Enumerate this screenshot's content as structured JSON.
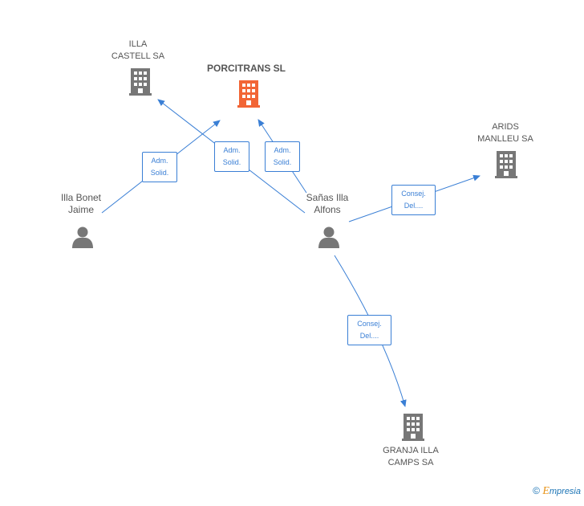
{
  "nodes": {
    "illa_castell": {
      "label": "ILLA\nCASTELL SA",
      "type": "company",
      "color": "#777777"
    },
    "porcitrans": {
      "label": "PORCITRANS SL",
      "type": "company",
      "color": "#f26535"
    },
    "arids_manlleu": {
      "label": "ARIDS\nMANLLEU SA",
      "type": "company",
      "color": "#777777"
    },
    "illa_bonet": {
      "label": "Illa Bonet\nJaime",
      "type": "person",
      "color": "#777777"
    },
    "sanas_illa": {
      "label": "Sañas Illa\nAlfons",
      "type": "person",
      "color": "#777777"
    },
    "granja_illa": {
      "label": "GRANJA ILLA\nCAMPS SA",
      "type": "company",
      "color": "#777777"
    }
  },
  "edges": [
    {
      "id": "e1",
      "from": "illa_bonet",
      "to": "porcitrans",
      "label": "Adm.\nSolid."
    },
    {
      "id": "e2",
      "from": "sanas_illa",
      "to": "illa_castell",
      "label": "Adm.\nSolid."
    },
    {
      "id": "e3",
      "from": "sanas_illa",
      "to": "porcitrans",
      "label": "Adm.\nSolid."
    },
    {
      "id": "e4",
      "from": "sanas_illa",
      "to": "arids_manlleu",
      "label": "Consej.\nDel...."
    },
    {
      "id": "e5",
      "from": "sanas_illa",
      "to": "granja_illa",
      "label": "Consej.\nDel...."
    }
  ],
  "edge_color": "#3a7fd5",
  "footer": {
    "symbol": "©",
    "brand_initial": "E",
    "brand_rest": "mpresia"
  }
}
